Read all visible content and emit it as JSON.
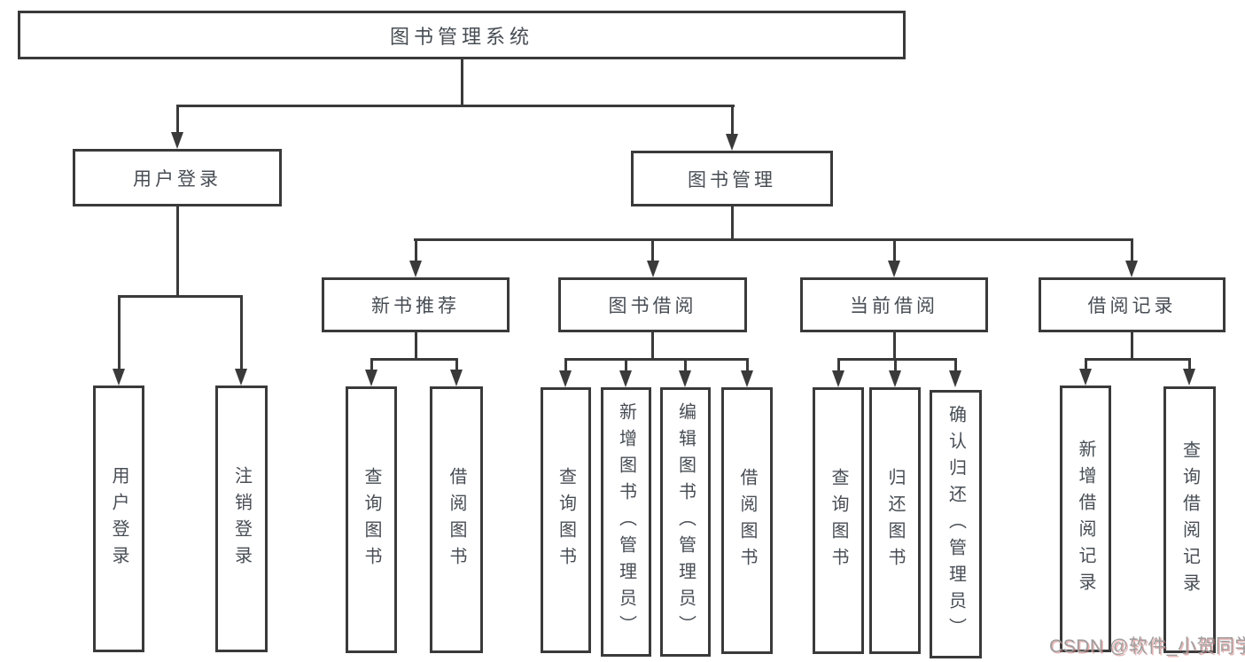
{
  "diagram": {
    "type": "org-chart",
    "root": "图书管理系统",
    "branches": [
      {
        "label": "用户登录",
        "children": [
          {
            "label": "用户登录"
          },
          {
            "label": "注销登录"
          }
        ]
      },
      {
        "label": "图书管理",
        "children": [
          {
            "label": "新书推荐",
            "children": [
              {
                "label": "查询图书"
              },
              {
                "label": "借阅图书"
              }
            ]
          },
          {
            "label": "图书借阅",
            "children": [
              {
                "label": "查询图书"
              },
              {
                "label": "新增图书（管理员）"
              },
              {
                "label": "编辑图书（管理员）"
              },
              {
                "label": "借阅图书"
              }
            ]
          },
          {
            "label": "当前借阅",
            "children": [
              {
                "label": "查询图书"
              },
              {
                "label": "归还图书"
              },
              {
                "label": "确认归还（管理员）"
              }
            ]
          },
          {
            "label": "借阅记录",
            "children": [
              {
                "label": "新增借阅记录"
              },
              {
                "label": "查询借阅记录"
              }
            ]
          }
        ]
      }
    ]
  },
  "watermark": {
    "text": "CSDN @软件_小贺同学"
  },
  "colors": {
    "line": "#3a3a3a",
    "text": "#474d54",
    "background": "#ffffff",
    "watermark": "#9e9e9e",
    "watermark_shadow": "#d67878"
  }
}
